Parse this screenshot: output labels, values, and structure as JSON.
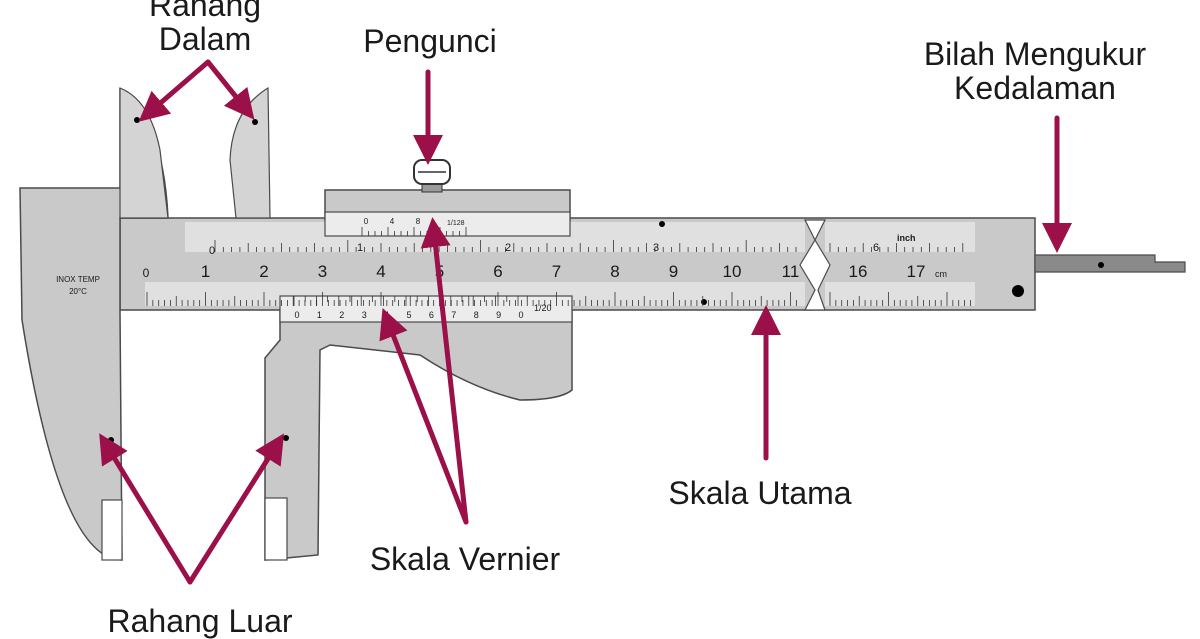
{
  "labels": {
    "rahang_dalam": [
      "Rahang",
      "Dalam"
    ],
    "pengunci": "Pengunci",
    "bilah_mengukur": [
      "Bilah Mengukur",
      "Kedalaman"
    ],
    "skala_utama": "Skala Utama",
    "skala_vernier": "Skala Vernier",
    "rahang_luar": "Rahang Luar"
  },
  "instrument": {
    "brand_line1": "INOX TEMP",
    "brand_line2": "20°C",
    "unit_cm": "cm",
    "unit_inch": "inch",
    "vernier_fraction_bottom": "1/20",
    "vernier_fraction_top": "1/128"
  },
  "scales": {
    "main_cm_left": [
      "0",
      "1",
      "2",
      "3",
      "4",
      "5",
      "6",
      "7",
      "8",
      "9",
      "10",
      "11"
    ],
    "main_cm_right": [
      "16",
      "17"
    ],
    "inch_left": [
      "0",
      "1",
      "2",
      "3"
    ],
    "inch_right": [
      "6"
    ],
    "vernier_bottom": [
      "0",
      "1",
      "2",
      "3",
      "4",
      "5",
      "6",
      "7",
      "8",
      "9",
      "0"
    ],
    "vernier_top": [
      "0",
      "4",
      "8"
    ]
  },
  "colors": {
    "arrow": "#9b1048",
    "body": "#c9c9c9",
    "scale_face": "#ececec",
    "outline": "#4a4a4a"
  }
}
